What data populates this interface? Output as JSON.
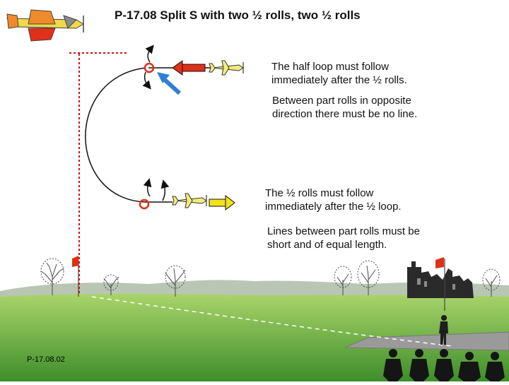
{
  "title": "P-17.08 Split S with two ½ rolls, two ½ rolls",
  "notes": [
    {
      "lines": [
        "The half loop must follow",
        "immediately after the ½ rolls."
      ]
    },
    {
      "lines": [
        "Between part rolls in opposite",
        "direction there must be no line."
      ]
    },
    {
      "lines": [
        "The ½ rolls must follow",
        "immediately after the ½ loop."
      ]
    },
    {
      "lines": [
        "Lines between part rolls must be",
        "short and of equal length."
      ]
    }
  ],
  "footer": "P-17.08.02",
  "colors": {
    "sky": "#ffffff",
    "grass_top": "#9ccc5a",
    "grass_bottom": "#3e8e2a",
    "hills": "#b9c6b4",
    "entry_arrow": "#e0301a",
    "direction_arrow": "#2f7fd6",
    "exit_arrow": "#f2e21a",
    "roll_marker": "#e0301a",
    "guide_line": "#d01010"
  },
  "icons": [
    "aerobatic-plane-icon",
    "flag-icon",
    "tree-icon",
    "castle-ruin-icon",
    "pilot-icon",
    "judge-icon"
  ]
}
